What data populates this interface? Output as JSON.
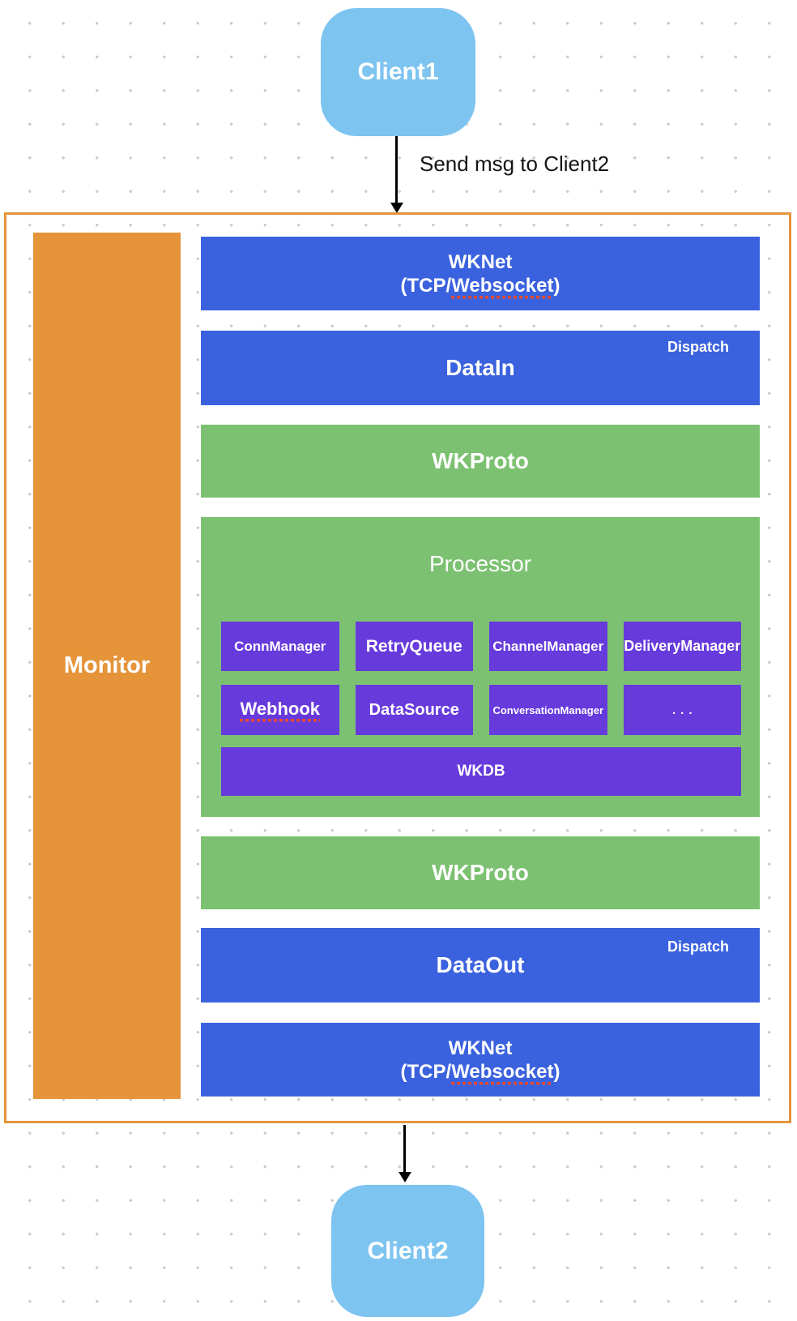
{
  "palette": {
    "blue": "#3B62DE",
    "green": "#7CC171",
    "purple": "#673ADC",
    "orange": "#E5943A",
    "client_blue": "#7DC4F0",
    "spell_red": "#E8492F"
  },
  "client1": {
    "label": "Client1"
  },
  "client2": {
    "label": "Client2"
  },
  "flow": {
    "label": "Send msg to Client2"
  },
  "monitor": {
    "label": "Monitor"
  },
  "wknet_in": {
    "line1": "WKNet",
    "line2_prefix": "(TCP/",
    "line2_word": "Websocket",
    "line2_suffix": ")"
  },
  "datain": {
    "label": "DataIn",
    "badge": "Dispatch"
  },
  "wkproto_in": {
    "label": "WKProto"
  },
  "processor": {
    "title": "Processor",
    "modules_row1": [
      {
        "label": "ConnManager"
      },
      {
        "label": "RetryQueue"
      },
      {
        "label": "ChannelManager"
      },
      {
        "label": "DeliveryManager"
      }
    ],
    "modules_row2": [
      {
        "label": "Webhook"
      },
      {
        "label": "DataSource"
      },
      {
        "label": "ConversationManager"
      },
      {
        "label": "..."
      }
    ],
    "db": {
      "label": "WKDB"
    }
  },
  "wkproto_out": {
    "label": "WKProto"
  },
  "dataout": {
    "label": "DataOut",
    "badge": "Dispatch"
  },
  "wknet_out": {
    "line1": "WKNet",
    "line2_prefix": "(TCP/",
    "line2_word": "Websocket",
    "line2_suffix": ")"
  }
}
